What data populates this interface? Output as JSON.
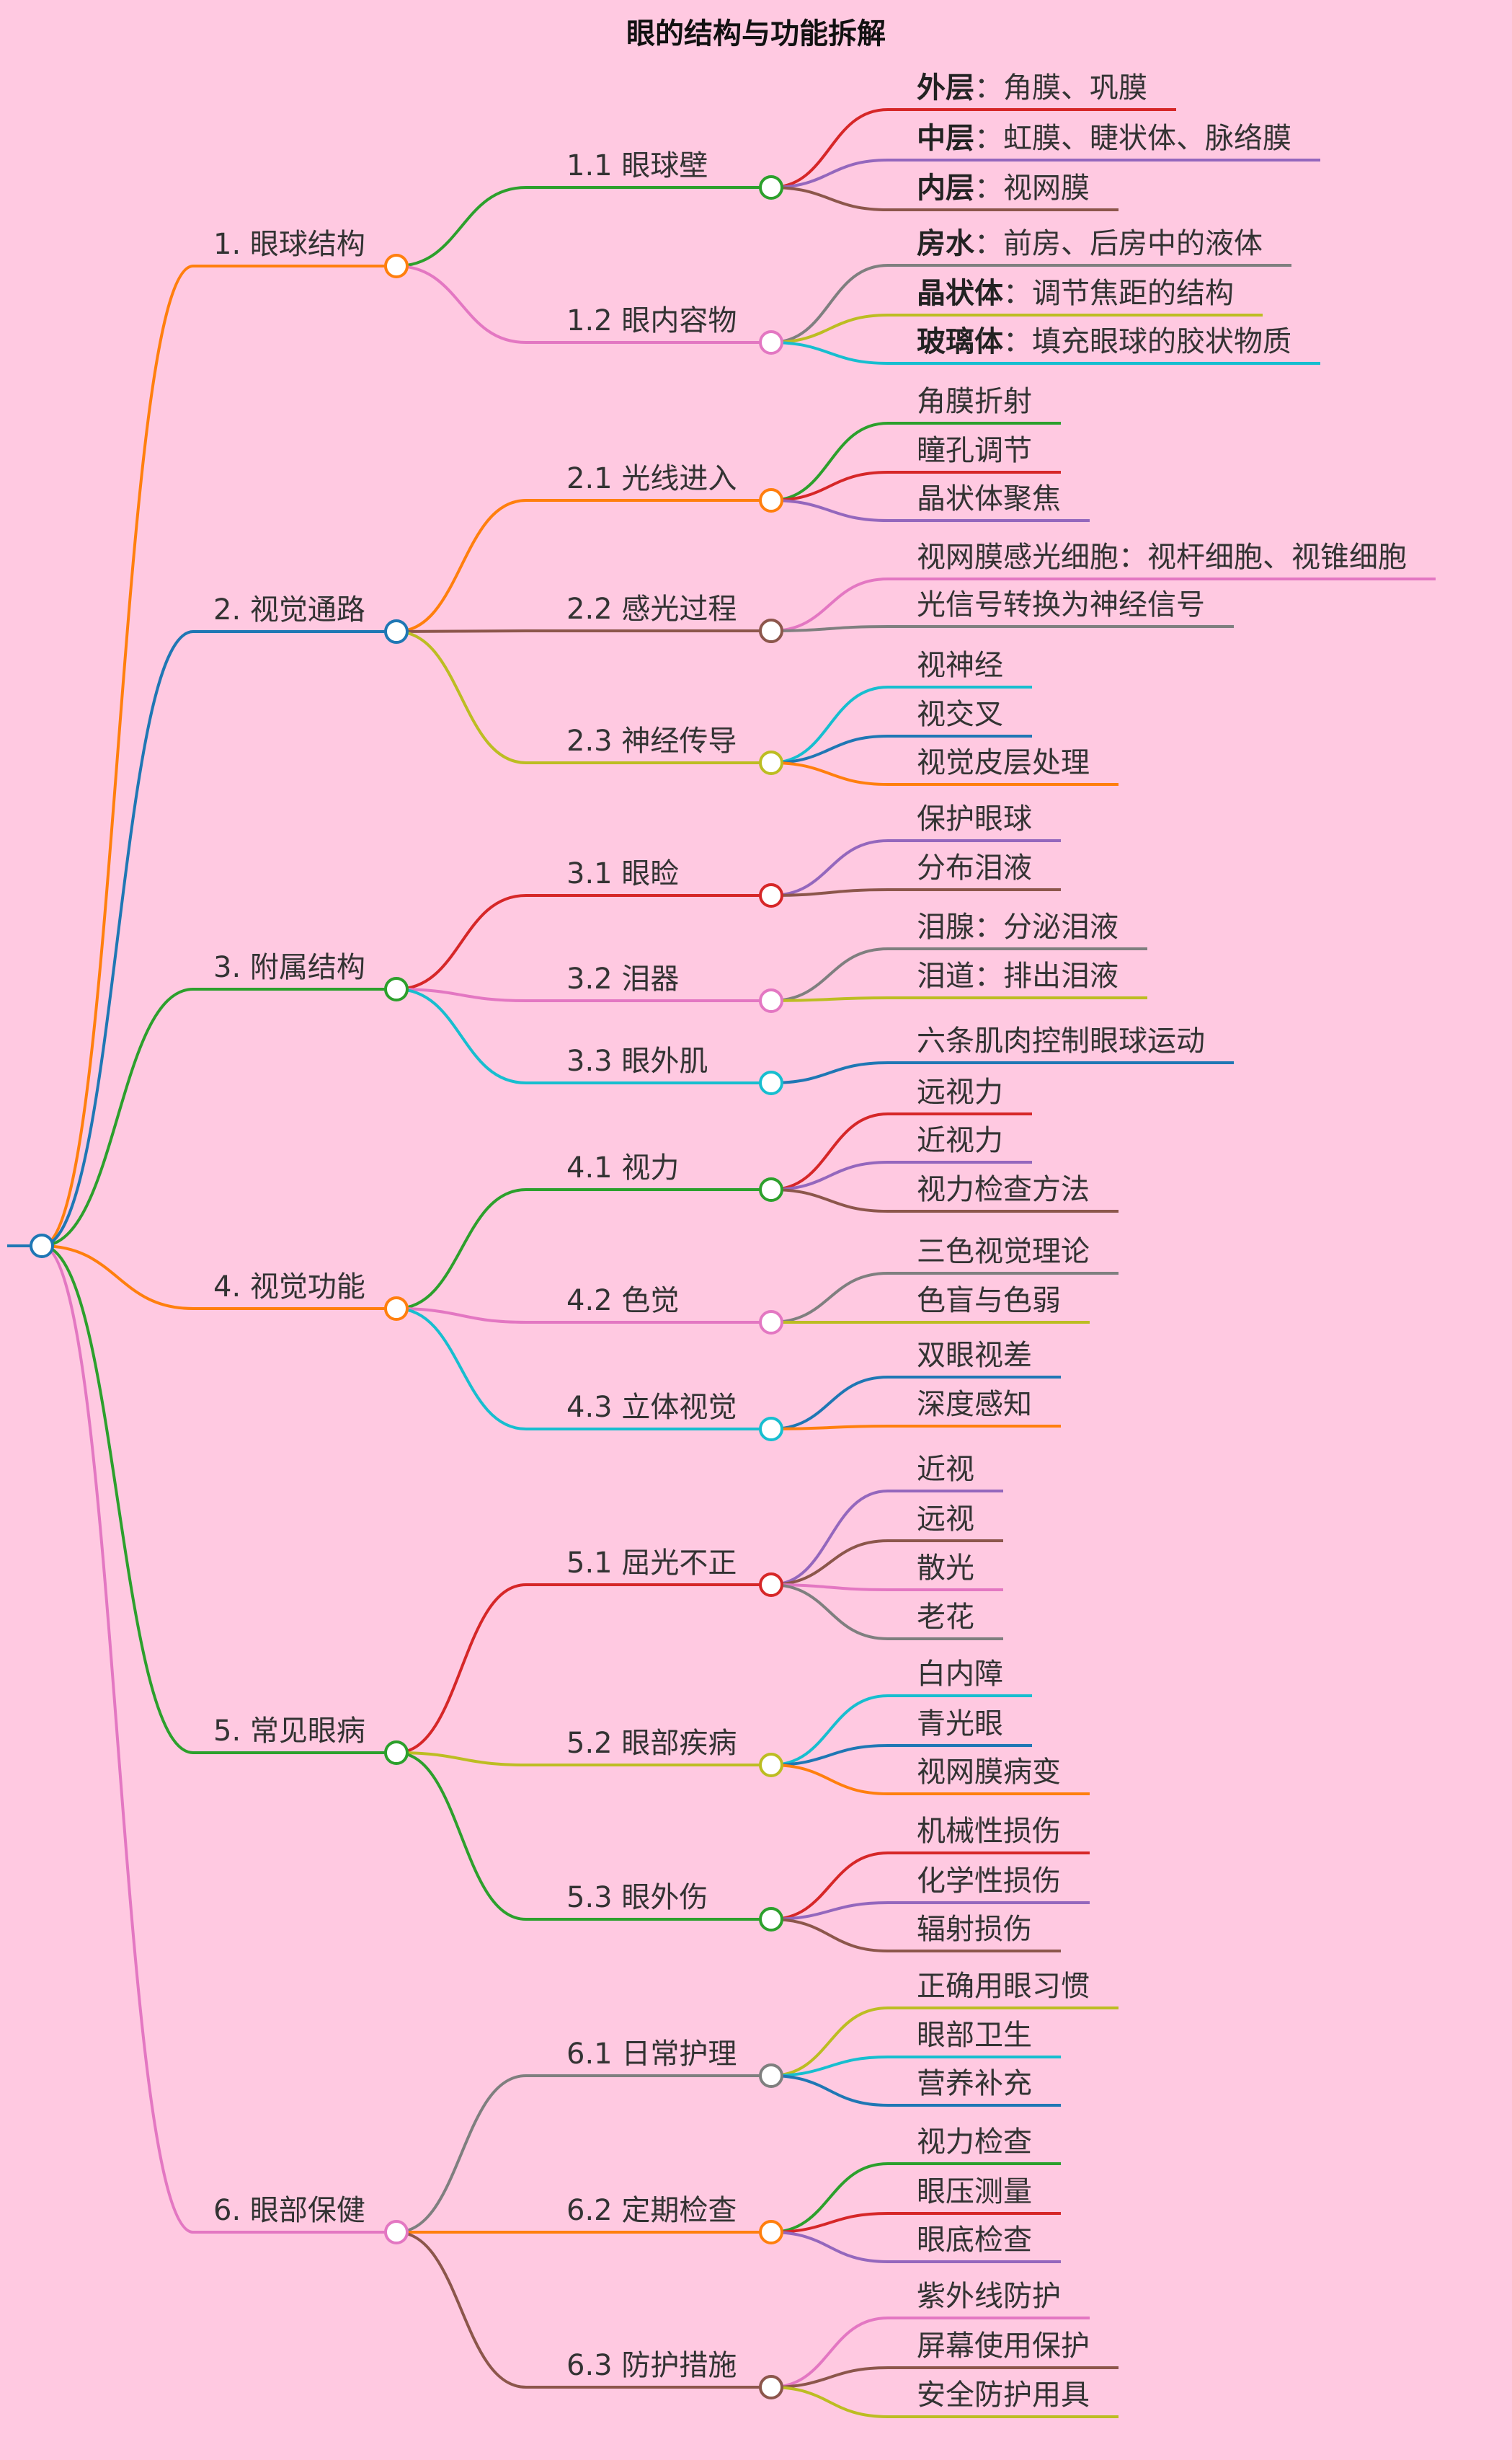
{
  "title": "眼的结构与功能拆解",
  "colors": {
    "background": "#ffc9e1",
    "orange": "#ff7f0e",
    "blue": "#1f77b4",
    "green": "#2ca02c",
    "red": "#d62728",
    "purple": "#9467bd",
    "brown": "#8c564b",
    "pink": "#e377c2",
    "gray": "#7f7f7f",
    "olive": "#bcbd22",
    "cyan": "#17becf"
  },
  "tree": [
    {
      "label": "1. 眼球结构",
      "children": [
        {
          "label": "1.1 眼球壁",
          "children": [
            {
              "bold": "外层",
              "text": "：角膜、巩膜"
            },
            {
              "bold": "中层",
              "text": "：虹膜、睫状体、脉络膜"
            },
            {
              "bold": "内层",
              "text": "：视网膜"
            }
          ]
        },
        {
          "label": "1.2 眼内容物",
          "children": [
            {
              "bold": "房水",
              "text": "：前房、后房中的液体"
            },
            {
              "bold": "晶状体",
              "text": "：调节焦距的结构"
            },
            {
              "bold": "玻璃体",
              "text": "：填充眼球的胶状物质"
            }
          ]
        }
      ]
    },
    {
      "label": "2. 视觉通路",
      "children": [
        {
          "label": "2.1 光线进入",
          "children": [
            {
              "text": "角膜折射"
            },
            {
              "text": "瞳孔调节"
            },
            {
              "text": "晶状体聚焦"
            }
          ]
        },
        {
          "label": "2.2 感光过程",
          "children": [
            {
              "text": "视网膜感光细胞：视杆细胞、视锥细胞"
            },
            {
              "text": "光信号转换为神经信号"
            }
          ]
        },
        {
          "label": "2.3 神经传导",
          "children": [
            {
              "text": "视神经"
            },
            {
              "text": "视交叉"
            },
            {
              "text": "视觉皮层处理"
            }
          ]
        }
      ]
    },
    {
      "label": "3. 附属结构",
      "children": [
        {
          "label": "3.1 眼睑",
          "children": [
            {
              "text": "保护眼球"
            },
            {
              "text": "分布泪液"
            }
          ]
        },
        {
          "label": "3.2 泪器",
          "children": [
            {
              "text": "泪腺：分泌泪液"
            },
            {
              "text": "泪道：排出泪液"
            }
          ]
        },
        {
          "label": "3.3 眼外肌",
          "children": [
            {
              "text": "六条肌肉控制眼球运动"
            }
          ]
        }
      ]
    },
    {
      "label": "4. 视觉功能",
      "children": [
        {
          "label": "4.1 视力",
          "children": [
            {
              "text": "远视力"
            },
            {
              "text": "近视力"
            },
            {
              "text": "视力检查方法"
            }
          ]
        },
        {
          "label": "4.2 色觉",
          "children": [
            {
              "text": "三色视觉理论"
            },
            {
              "text": "色盲与色弱"
            }
          ]
        },
        {
          "label": "4.3 立体视觉",
          "children": [
            {
              "text": "双眼视差"
            },
            {
              "text": "深度感知"
            }
          ]
        }
      ]
    },
    {
      "label": "5. 常见眼病",
      "children": [
        {
          "label": "5.1 屈光不正",
          "children": [
            {
              "text": "近视"
            },
            {
              "text": "远视"
            },
            {
              "text": "散光"
            },
            {
              "text": "老花"
            }
          ]
        },
        {
          "label": "5.2 眼部疾病",
          "children": [
            {
              "text": "白内障"
            },
            {
              "text": "青光眼"
            },
            {
              "text": "视网膜病变"
            }
          ]
        },
        {
          "label": "5.3 眼外伤",
          "children": [
            {
              "text": "机械性损伤"
            },
            {
              "text": "化学性损伤"
            },
            {
              "text": "辐射损伤"
            }
          ]
        }
      ]
    },
    {
      "label": "6. 眼部保健",
      "children": [
        {
          "label": "6.1 日常护理",
          "children": [
            {
              "text": "正确用眼习惯"
            },
            {
              "text": "眼部卫生"
            },
            {
              "text": "营养补充"
            }
          ]
        },
        {
          "label": "6.2 定期检查",
          "children": [
            {
              "text": "视力检查"
            },
            {
              "text": "眼压测量"
            },
            {
              "text": "眼底检查"
            }
          ]
        },
        {
          "label": "6.3 防护措施",
          "children": [
            {
              "text": "紫外线防护"
            },
            {
              "text": "屏幕使用保护"
            },
            {
              "text": "安全防护用具"
            }
          ]
        }
      ]
    }
  ]
}
